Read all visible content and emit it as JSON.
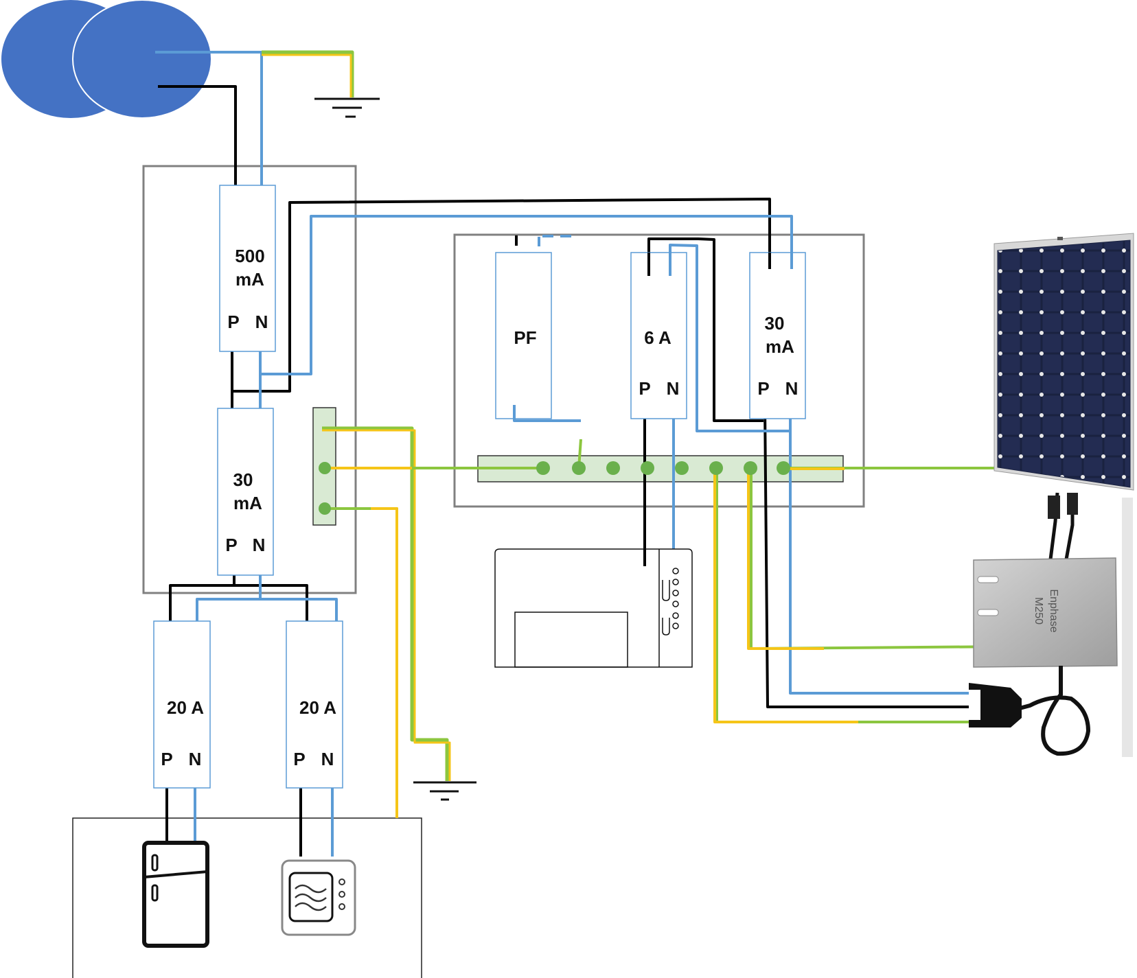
{
  "breakers": {
    "main": {
      "rating_line1": "500",
      "rating_line2": "mA",
      "p": "P",
      "n": "N"
    },
    "rcd_main": {
      "rating_line1": "30",
      "rating_line2": "mA",
      "p": "P",
      "n": "N"
    },
    "left_20a": {
      "rating": "20 A",
      "p": "P",
      "n": "N"
    },
    "right_20a": {
      "rating": "20 A",
      "p": "P",
      "n": "N"
    },
    "pf": {
      "rating": "PF"
    },
    "six_a": {
      "rating": "6 A",
      "p": "P",
      "n": "N"
    },
    "rcd_solar": {
      "rating_line1": "30",
      "rating_line2": "mA",
      "p": "P",
      "n": "N"
    }
  },
  "inverter": {
    "brand": "Enphase",
    "model": "M250"
  },
  "colors": {
    "phase": "#000000",
    "neutral": "#5b9bd5",
    "earth_green": "#8cc63f",
    "earth_yellow": "#f5c518",
    "busbar_fill": "#d9ead3",
    "terminal": "#6ab04c",
    "transformer": "#4472c4",
    "enclosure": "#808080",
    "panel_cell": "#1a2240"
  },
  "icons": [
    "transformer-icon",
    "ground-symbol-icon",
    "solar-panel-icon",
    "microinverter-icon",
    "dc-connector-icon",
    "water-heater-icon",
    "fridge-icon",
    "microwave-icon"
  ]
}
